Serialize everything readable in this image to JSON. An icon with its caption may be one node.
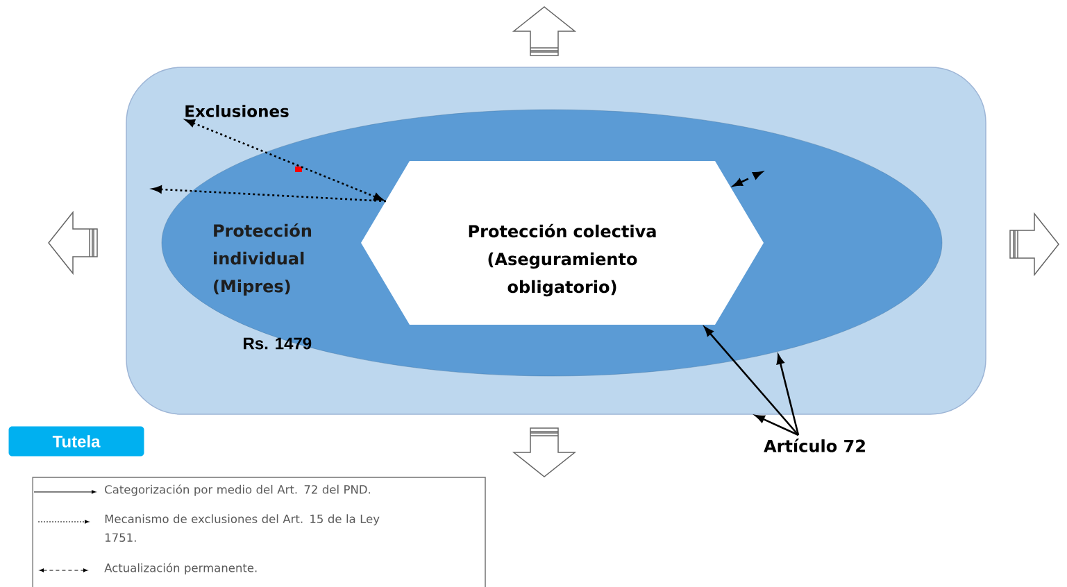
{
  "diagram": {
    "nodes": [
      {
        "text": [],
        "shape": "box"
      },
      {
        "text": [
          "Protección individual (Mipres)"
        ],
        "in": 0,
        "beside": [
          "Rs. 1479"
        ]
      },
      {
        "text": [
          "Protección colectiva (Aseguramiento obligatorio)"
        ],
        "in": 1
      },
      {
        "text": [
          "Exclusiones"
        ],
        "in": 0
      },
      {
        "text": [
          "Artículo 72"
        ]
      },
      {
        "text": [
          "Tutela"
        ]
      }
    ],
    "edges": [
      {
        "from": 2,
        "to": 3,
        "arrow": "both",
        "style": "dashed"
      },
      {
        "from": 2,
        "to": null,
        "arrow": "to",
        "style": "dashed"
      },
      {
        "from": 2,
        "to": null,
        "arrow": "both",
        "style": "dashed"
      },
      {
        "from": 4,
        "to": 2,
        "arrow": "to"
      },
      {
        "from": 4,
        "to": 1,
        "arrow": "to"
      },
      {
        "from": 4,
        "to": 0,
        "arrow": "to"
      }
    ],
    "legend": [
      {
        "text": "Categorización por medio del Art. 72 del PND."
      },
      {
        "text": "Mecanismo de exclusiones del Art. 15 de la Ley 1751."
      },
      {
        "text": "Actualización permanente."
      }
    ]
  }
}
